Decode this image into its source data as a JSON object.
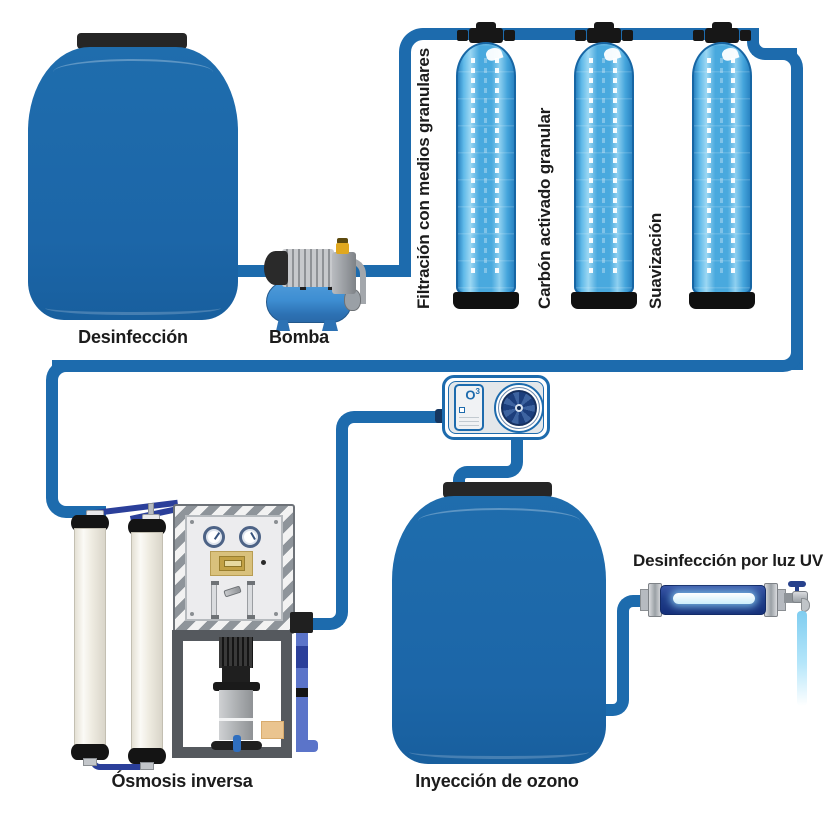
{
  "labels": {
    "desinfeccion": "Desinfección",
    "bomba": "Bomba",
    "filtracion": "Filtración con medios granulares",
    "carbon": "Carbón activado granular",
    "suavizacion": "Suavización",
    "osmosis": "Ósmosis inversa",
    "inyeccion": "Inyección de ozono",
    "uv": "Desinfección por luz UV"
  },
  "ozone_generator": {
    "symbol": "O",
    "symbol_sup": "3"
  },
  "colors": {
    "pipe_blue": "#1d6bad",
    "tank_blue": "#1c66a8",
    "filter_light_blue": "#49a9de",
    "tube_navy": "#2b3f9a",
    "equipment_black": "#1f1f1f",
    "cabinet_gray": "#9aa0a6",
    "gold_panel": "#d9c17c"
  }
}
